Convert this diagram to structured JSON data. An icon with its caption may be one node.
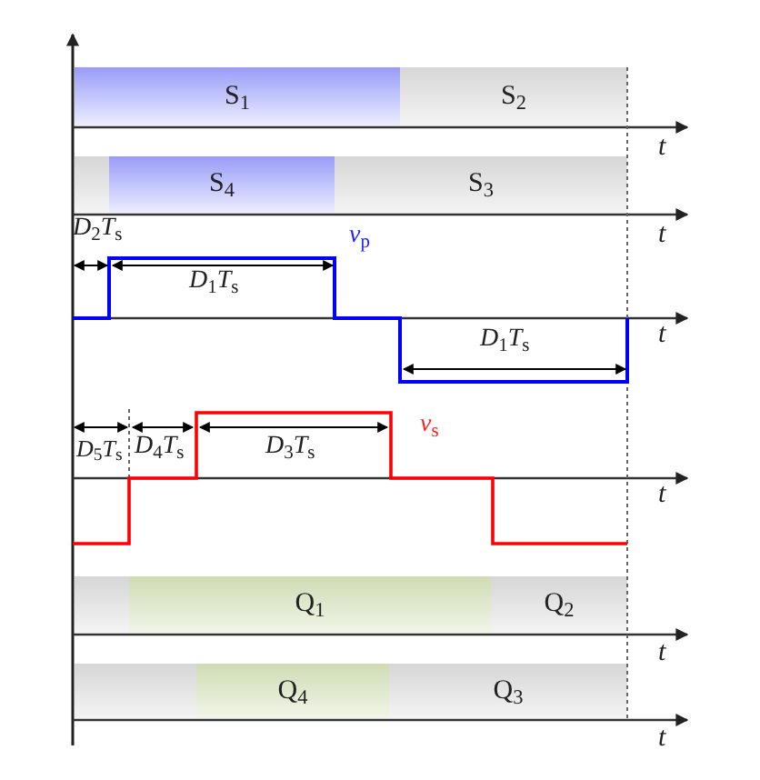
{
  "diagram": {
    "nodes": [
      {
        "text": [
          "S$_{1}$"
        ]
      },
      {
        "text": [
          "S$_{2}$"
        ]
      },
      {
        "text": [],
        "shape": "bar"
      },
      {
        "text": [
          "S$_{4}$"
        ]
      },
      {
        "text": [
          "S$_{3}$"
        ]
      },
      {
        "text": [],
        "shape": "bar"
      },
      {
        "text": [
          "Q$_{1}$"
        ]
      },
      {
        "text": [
          "Q$_{2}$"
        ]
      },
      {
        "text": [],
        "shape": "bar"
      },
      {
        "text": [
          "Q$_{4}$"
        ]
      },
      {
        "text": [
          "Q$_{3}$"
        ]
      }
    ],
    "labels": [
      "t",
      "t",
      "*D*$_{2}$*T*$_{s}$",
      "*v*$_{p}$",
      "*D*$_{1}$*T*$_{s}$",
      "t",
      "*D*$_{1}$*T*$_{s}$",
      "*v*$_{s}$",
      "*D*$_{5}$*T*$_{s}$",
      "*D*$_{4}$*T*$_{s}$",
      "*D*$_{3}$*T*$_{s}$",
      "t",
      "t",
      "t"
    ]
  }
}
